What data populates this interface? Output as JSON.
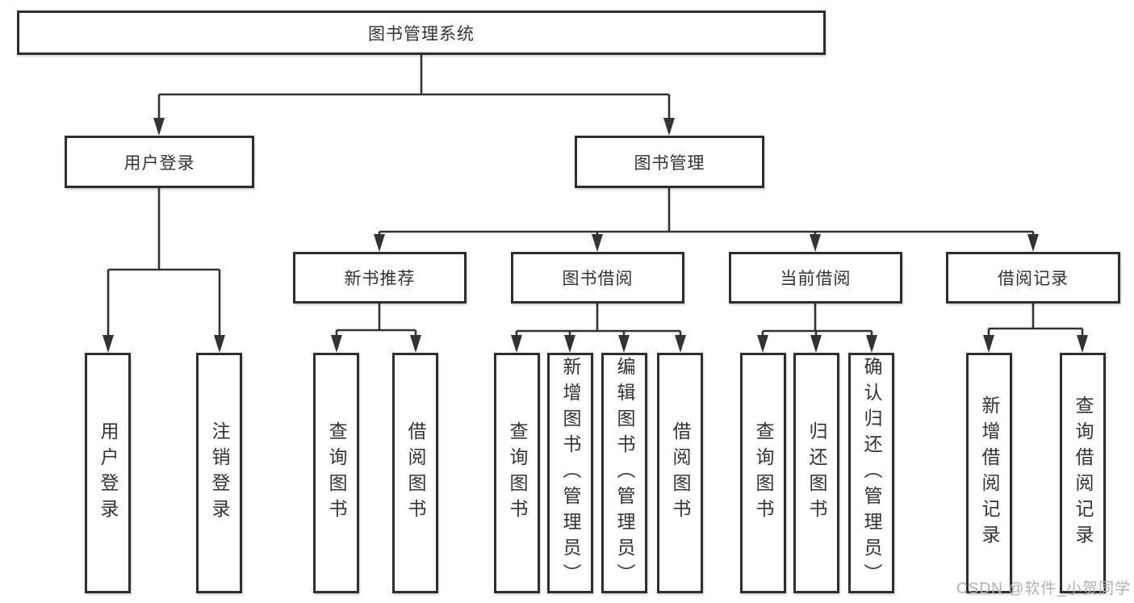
{
  "tree": {
    "label": "图书管理系统",
    "children": [
      {
        "label": "用户登录",
        "children": [
          {
            "label": "用户登录"
          },
          {
            "label": "注销登录"
          }
        ]
      },
      {
        "label": "图书管理",
        "children": [
          {
            "label": "新书推荐",
            "children": [
              {
                "label": "查询图书"
              },
              {
                "label": "借阅图书"
              }
            ]
          },
          {
            "label": "图书借阅",
            "children": [
              {
                "label": "查询图书"
              },
              {
                "label": "新增图书（管理员）"
              },
              {
                "label": "编辑图书（管理员）"
              },
              {
                "label": "借阅图书"
              }
            ]
          },
          {
            "label": "当前借阅",
            "children": [
              {
                "label": "查询图书"
              },
              {
                "label": "归还图书"
              },
              {
                "label": "确认归还（管理员）"
              }
            ]
          },
          {
            "label": "借阅记录",
            "children": [
              {
                "label": "新增借阅记录"
              },
              {
                "label": "查询借阅记录"
              }
            ]
          }
        ]
      }
    ]
  },
  "watermark": "CSDN @软件_小贺同学",
  "colors": {
    "line": "#333333",
    "box_border": "#2e2e2e",
    "box_fill": "#ffffff",
    "text": "#333333",
    "watermark": "#b0b0b0",
    "background": "#ffffff"
  }
}
